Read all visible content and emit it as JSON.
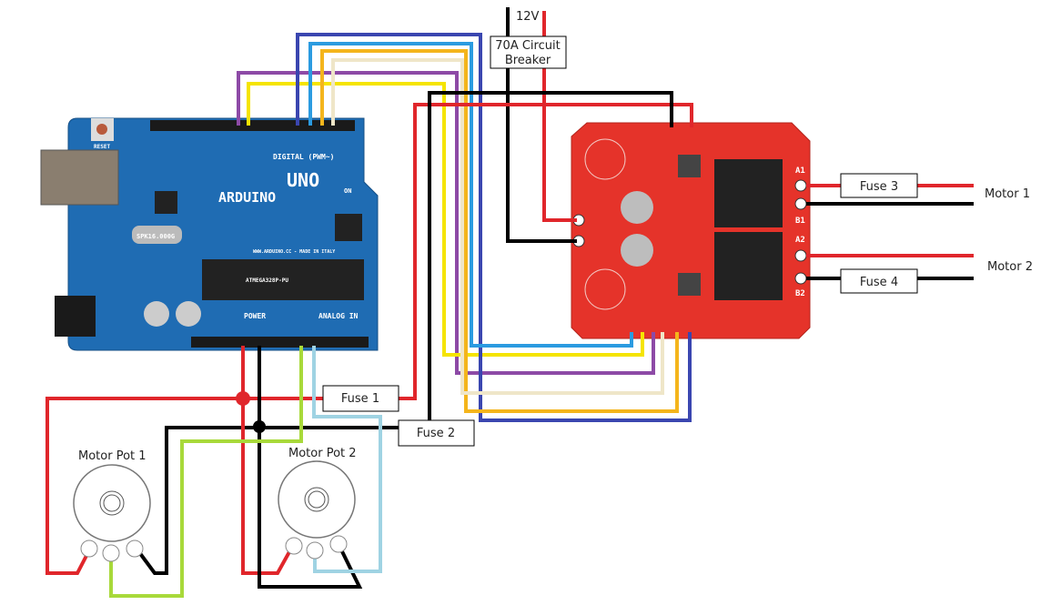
{
  "power": {
    "voltage_label": "12V",
    "breaker_label_line1": "70A Circuit",
    "breaker_label_line2": "Breaker"
  },
  "fuses": [
    {
      "label": "Fuse 1"
    },
    {
      "label": "Fuse 2"
    },
    {
      "label": "Fuse 3"
    },
    {
      "label": "Fuse 4"
    }
  ],
  "motors": [
    {
      "label": "Motor 1"
    },
    {
      "label": "Motor 2"
    }
  ],
  "pots": [
    {
      "label": "Motor Pot 1"
    },
    {
      "label": "Motor Pot 2"
    }
  ],
  "arduino": {
    "brand": "ARDUINO",
    "model": "UNO",
    "digital_label": "DIGITAL (PWM~)",
    "power_label": "POWER",
    "analog_label": "ANALOG IN",
    "reset_label": "RESET",
    "on_label": "ON",
    "url_label": "WWW.ARDUINO.CC - MADE IN ITALY",
    "crystal_label": "SPK16.000G",
    "chip_label": "ATMEGA328P-PU"
  },
  "shield": {
    "out_labels": [
      "A1",
      "B1",
      "A2",
      "B2"
    ]
  },
  "colors": {
    "red": "#e0262b",
    "black": "#000000",
    "purple": "#8d4aa6",
    "yellow": "#f5e400",
    "dark_blue": "#3a46b0",
    "light_blue": "#2b9be0",
    "orange_yellow": "#f4b51c",
    "cream": "#efe6c8",
    "green": "#a8d93a",
    "pale_blue": "#9fd3e3",
    "arduino_board": "#1f6cb3",
    "shield_board": "#e5332a"
  }
}
